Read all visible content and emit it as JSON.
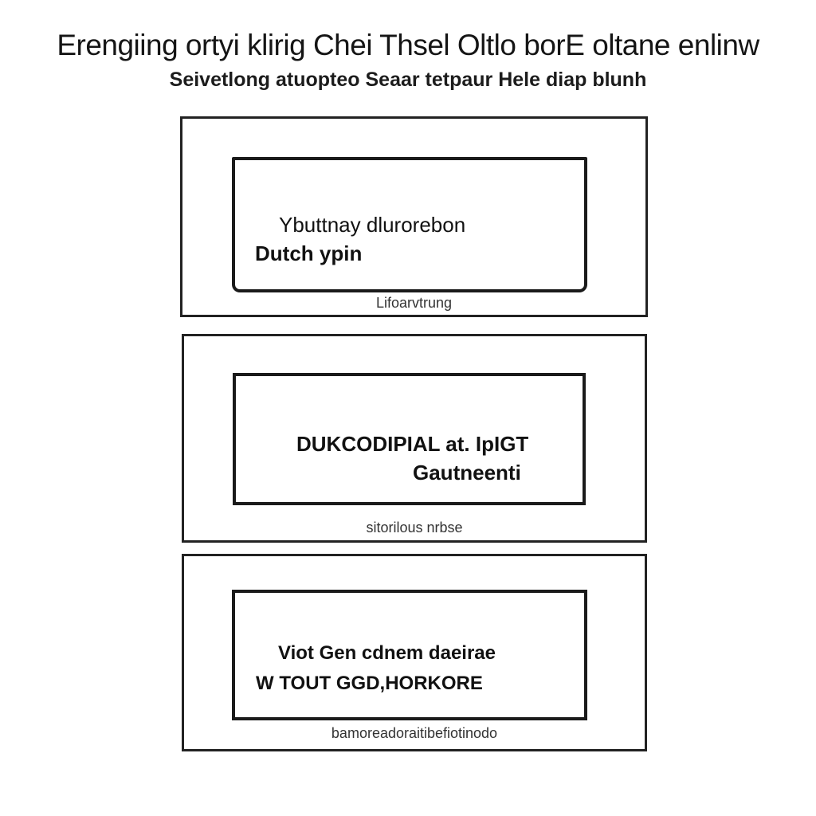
{
  "header": {
    "title": "Erengiing ortyi klirig Chei Thsel Oltlo borE oltane enlinw",
    "subtitle": "Seivetlong atuopteo Seaar tetpaur Hele diap blunh"
  },
  "panels": [
    {
      "button_line1": "Ybuttnay dlurorebon",
      "button_line2": "Dutch ypin",
      "caption": "Lifoarvtrung"
    },
    {
      "button_line1": "DUKCODIPIAL at. IpIGT",
      "button_line2": "Gautneenti",
      "caption": "sitorilous nrbse"
    },
    {
      "button_line1": "Viot Gen cdnem daeirae",
      "button_line2": "W TOUT GGD,HORKORE",
      "caption": "bamoreadoraitibefiotinodo"
    }
  ]
}
